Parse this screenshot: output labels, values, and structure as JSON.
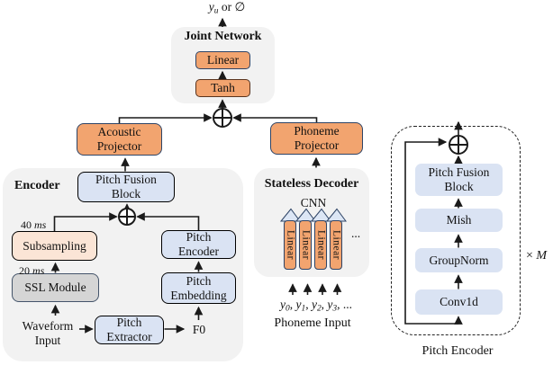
{
  "colors": {
    "orange": "#F2A46F",
    "orange_border": "#2E4466",
    "tanh_border": "#59331D",
    "peach": "#FBE5D6",
    "blue": "#DAE3F3",
    "tri_fill": "#DCE6F5",
    "gray_box": "#D5D5D5",
    "gray_border": "#44546A",
    "container": "#F2F2F2",
    "line": "#1A1A1A"
  },
  "joint_network": {
    "output": {
      "var": "y",
      "sub": "u",
      "rest": " or ∅"
    },
    "title": "Joint Network",
    "linear_label": "Linear",
    "tanh_label": "Tanh"
  },
  "projectors": {
    "acoustic": [
      "Acoustic",
      "Projector"
    ],
    "phoneme": [
      "Phoneme",
      "Projector"
    ]
  },
  "encoder": {
    "title": "Encoder",
    "pitch_fusion_block": [
      "Pitch Fusion",
      "Block"
    ],
    "rate_40ms": {
      "value": "40 ",
      "unit": "ms"
    },
    "rate_20ms": {
      "value": "20 ",
      "unit": "ms"
    },
    "subsampling": "Subsampling",
    "ssl_module": "SSL Module",
    "waveform_input": [
      "Waveform",
      "Input"
    ],
    "pitch_extractor": [
      "Pitch",
      "Extractor"
    ],
    "f0": "F0",
    "pitch_embedding": [
      "Pitch",
      "Embedding"
    ],
    "pitch_encoder": [
      "Pitch",
      "Encoder"
    ]
  },
  "decoder": {
    "title": "Stateless Decoder",
    "cnn": "CNN",
    "linear_labels": [
      "Linear",
      "Linear",
      "Linear",
      "Linear"
    ],
    "ellipsis": "...",
    "sequence": [
      {
        "var": "y",
        "sub": "0"
      },
      {
        "var": "y",
        "sub": "1"
      },
      {
        "var": "y",
        "sub": "2"
      },
      {
        "var": "y",
        "sub": "3"
      }
    ],
    "sequence_sep": ", ",
    "sequence_suffix": ", ...",
    "phoneme_input": "Phoneme Input"
  },
  "pitch_encoder_detail": {
    "pitch_fusion_block": [
      "Pitch Fusion",
      "Block"
    ],
    "mish": "Mish",
    "groupnorm": "GroupNorm",
    "conv1d": "Conv1d",
    "repeat": {
      "times": "× ",
      "var": "M"
    },
    "caption": "Pitch Encoder"
  }
}
